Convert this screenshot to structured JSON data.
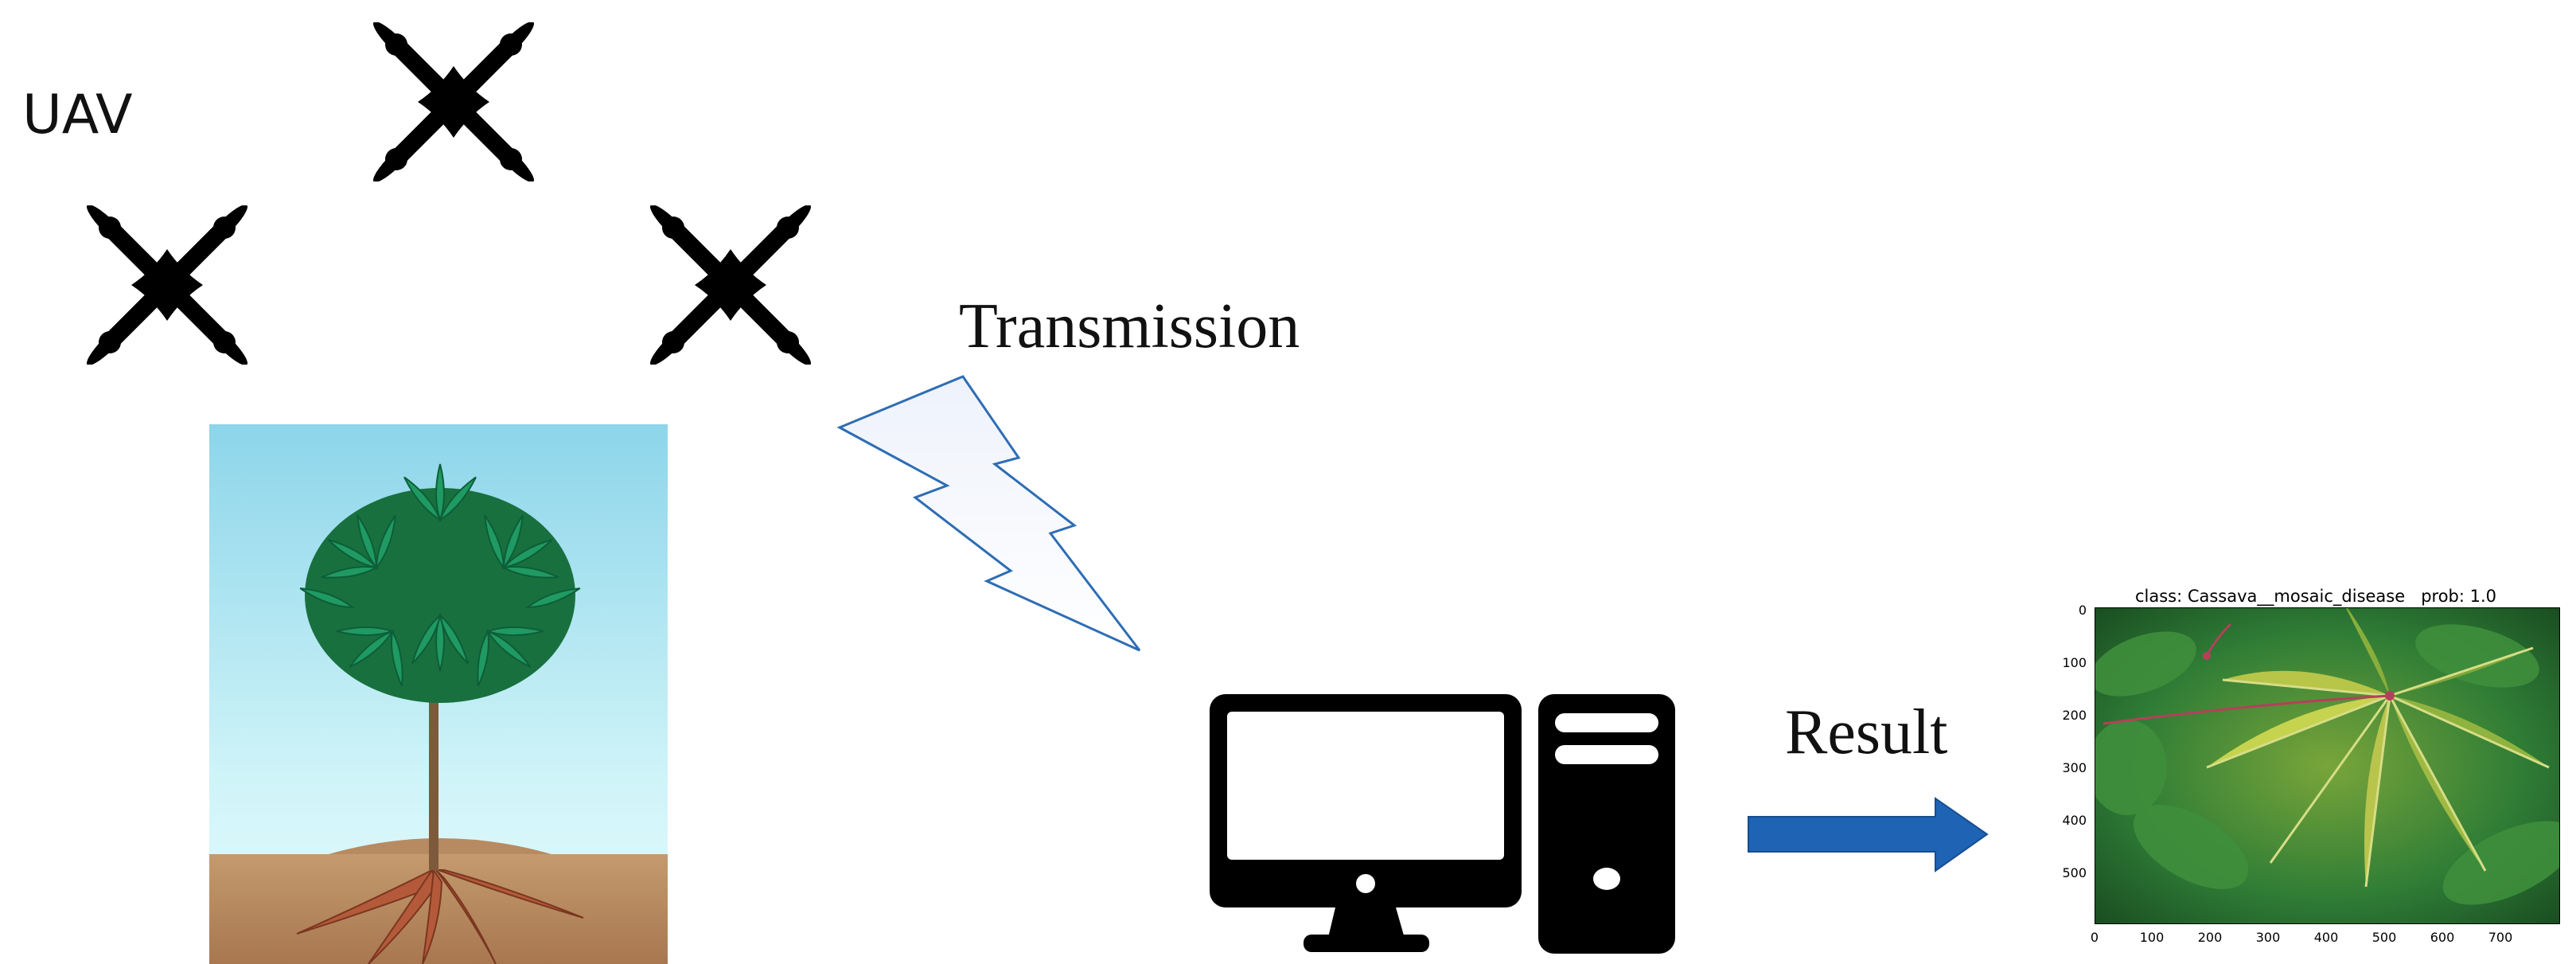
{
  "labels": {
    "uav": "UAV",
    "transmission": "Transmission",
    "result": "Result"
  },
  "result_panel": {
    "title": "class: Cassava__mosaic_disease   prob: 1.0",
    "y_ticks": [
      "0",
      "100",
      "200",
      "300",
      "400",
      "500"
    ],
    "x_ticks": [
      "0",
      "100",
      "200",
      "300",
      "400",
      "500",
      "600",
      "700"
    ]
  },
  "icons": {
    "drone": "drone-icon",
    "lightning": "lightning-icon",
    "computer": "desktop-computer-icon",
    "arrow": "arrow-right-icon"
  },
  "colors": {
    "arrow": "#1f63b5",
    "lightning_stroke": "#2e6db4",
    "sky_top": "#8fd6ea",
    "soil": "#ad7c55",
    "leaf": "#22a067"
  }
}
